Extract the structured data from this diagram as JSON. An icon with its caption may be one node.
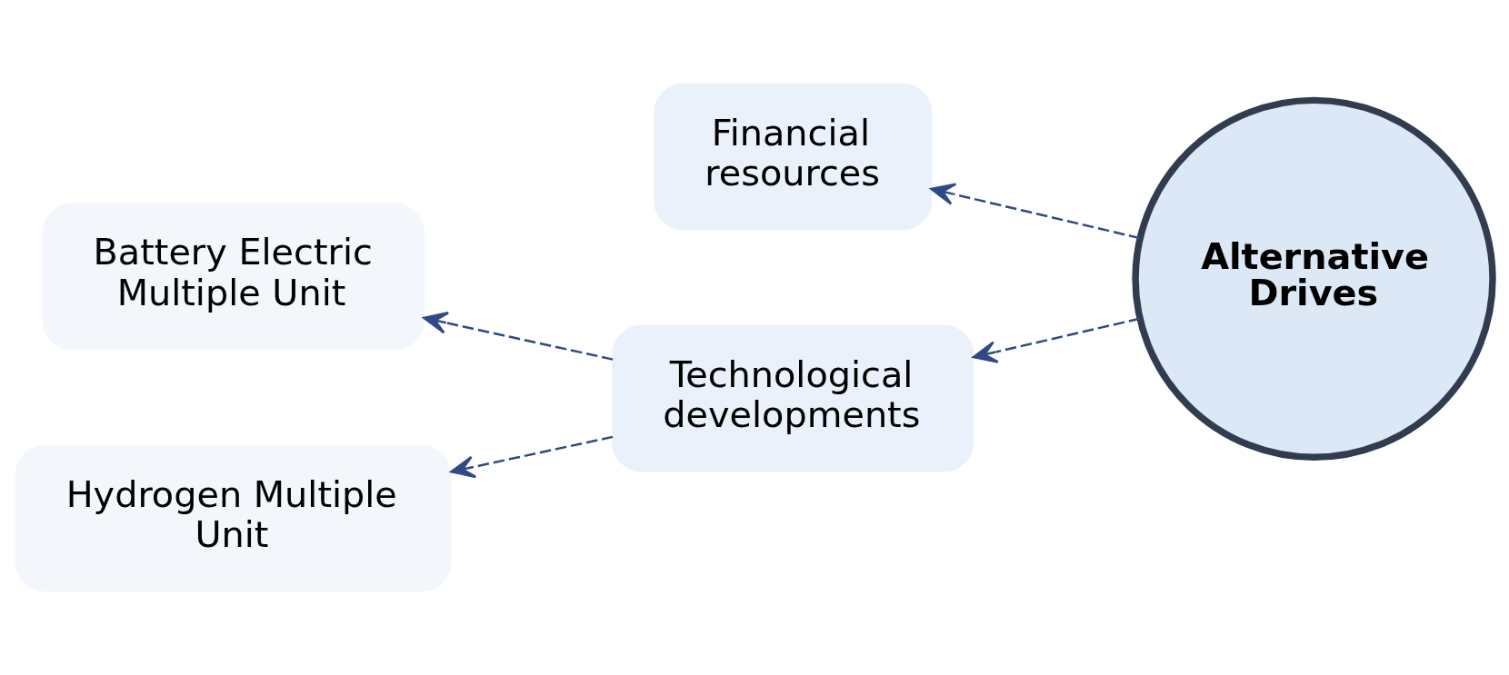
{
  "diagram": {
    "nodes": [
      {
        "text": [
          "Battery Electric Multiple Unit"
        ]
      },
      {
        "text": [
          "Financial resources"
        ]
      },
      {
        "text": [
          "Hydrogen Multiple Unit"
        ]
      },
      {
        "text": [
          "Technological developments"
        ]
      },
      {
        "text": [
          "Alternative Drives"
        ]
      }
    ],
    "edges": [
      {
        "from": 4,
        "to": 1,
        "arrow": "to",
        "style": "dashed"
      },
      {
        "from": 4,
        "to": 3,
        "arrow": "to",
        "style": "dashed"
      },
      {
        "from": 3,
        "to": 0,
        "arrow": "to",
        "style": "dashed"
      },
      {
        "from": 3,
        "to": 2,
        "arrow": "to",
        "style": "dashed"
      }
    ]
  }
}
